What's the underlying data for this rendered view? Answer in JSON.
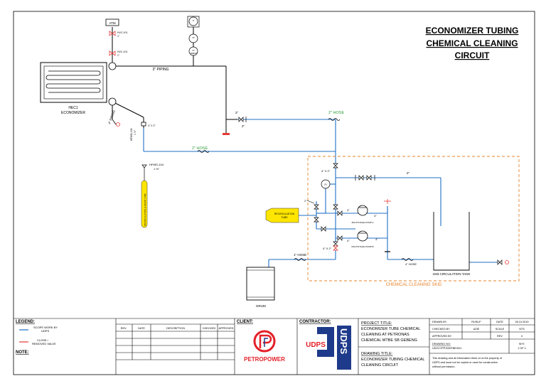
{
  "title": {
    "line1": "ECONOMIZER TUBING",
    "line2": "CHEMICAL CLEANING",
    "line3": "CIRCUIT"
  },
  "diagram": {
    "atm": "ATM",
    "gauge_tl": "TI",
    "gauge_pi1": "PI",
    "gauge_pi2": "PI",
    "gauge_pi_sub": "100BAR",
    "valve1": "HVC-101",
    "valve1_size": "1\"",
    "valve2": "HVC-101",
    "valve2_size": "1\"",
    "piping_3in": "3\" PIPING",
    "economizer_line1": "HEC1",
    "economizer_line2": "ECONOMIZER",
    "piping_4in": "4\" PIPING",
    "hfwd_vert": "HFWD-103",
    "hfwd_vert_size": "1 ½\"",
    "reducer": "4\" X 2\"",
    "hose_2in_top": "2\" HOSE",
    "hose_2in_mid": "2\" HOSE",
    "hfwd_104": "HFWD-104",
    "hfwd_104_size": "1 ½\"",
    "yellow_tube": "RECIRCULATION & DRAIN TUBE",
    "two_in_a": "2\"",
    "two_in_b": "2\"",
    "two_in_c": "2\"",
    "skid_4x2_top": "4\" X 2\"",
    "skid_4x2_bot": "4\" X 2\"",
    "fi": "FI",
    "recirc_line1": "RECIRCULATION",
    "recirc_line2": "TUBE",
    "four_in_a": "4\"",
    "four_in_b": "4\"",
    "four_in_c": "4\"",
    "four_in_d": "4\"",
    "pump_a": "MULTISTAGE PUMP A",
    "pump_b": "MULTISTAGE PUMP B",
    "hose_4in": "4\" HOSE",
    "hose_1in": "1\" HOSE",
    "tank": "1M3 CIRCULATION TANK",
    "skid_label": "CHEMICAL CLEANING SKID",
    "drum": "DRUM",
    "two_in_d": "2\""
  },
  "legend": {
    "heading": "LEGEND:",
    "scope_line1": "SCOPE WORK BY",
    "scope_line2": "UDPS",
    "close_line1": "CLOSE /",
    "close_line2": "REMOVED VALVE",
    "note": "NOTE:"
  },
  "revision": {
    "col_rev": "REV.",
    "col_date": "DATE",
    "col_desc": "DESCRIPTION",
    "col_checked": "CHECKED",
    "col_approved": "APPROVED"
  },
  "client": {
    "heading": "CLIENT:",
    "name": "PETROPOWER"
  },
  "contractor": {
    "heading": "CONTRACTOR:",
    "logo": "UDPS",
    "logo_vertical": "UDPS"
  },
  "project": {
    "heading": "PROJECT TITLE:",
    "line1": "ECONOMIZER TUBE CHEMICAL",
    "line2": "CLEANING AT PETRONAS",
    "line3": "CHEMICAL MTBE SB GEBENG",
    "drawing_heading": "DRAWING TITLE:",
    "drawing_line1": "ECONOMIZER TUBING CHEMICAL",
    "drawing_line2": "CLEANING CIRCUIT"
  },
  "titleblock": {
    "drawn_by_label": "DRAWN BY",
    "drawn_by": "RUSLIF",
    "date_label": "DATE",
    "date": "26.10.2019",
    "checked_by_label": "CHECKED BY",
    "checked_by": "AZIE",
    "scale_label": "SCALE",
    "scale": "NTS",
    "approved_by_label": "APPROVED BY",
    "rev_label": "REV",
    "rev": "0",
    "drawing_no_label": "DRAWING NO:",
    "drawing_no": "UD/CC/PP10/MTBE/001",
    "sht_label": "SHT:",
    "sht": "1 OF 1",
    "disclaimer1": "This drawing and all information there on is the property of",
    "disclaimer2": "UDPS and must not be copied or used for construction",
    "disclaimer3": "without permission."
  },
  "colors": {
    "pipe": "#000000",
    "scope": "#1f6fc5",
    "closed": "#e53935",
    "skid": "#e8832a",
    "hose_label": "#2e9e3a",
    "tube": "#ffe600",
    "logo_red": "#e32028",
    "logo_blue": "#1e3a8a"
  }
}
